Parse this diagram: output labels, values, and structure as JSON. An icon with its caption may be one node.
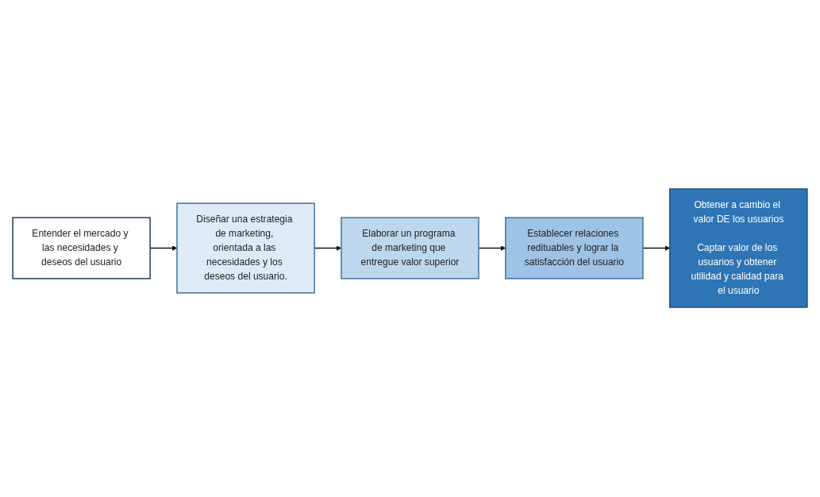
{
  "diagram": {
    "nodes": [
      {
        "text": [
          "Entender el mercado y las necesidades y deseos del usuario"
        ]
      },
      {
        "text": [
          "Diseñar una estrategia de marketing, orientada a las necesidades y los deseos del usuario."
        ]
      },
      {
        "text": [
          "Elaborar un programa de marketing que entregue valor superior"
        ]
      },
      {
        "text": [
          "Establecer relaciones redituables y lograr la satisfacción del usuario"
        ]
      },
      {
        "text": [
          "Obtener a cambio el valor DE los usuarios",
          "Captar valor de los usuarios y obtener utilidad y calidad para el usuario"
        ]
      }
    ],
    "edges": [
      {
        "from": 0,
        "to": 1,
        "arrow": "to"
      },
      {
        "from": 1,
        "to": 2,
        "arrow": "to"
      },
      {
        "from": 2,
        "to": 3,
        "arrow": "to"
      },
      {
        "from": 3,
        "to": 4,
        "arrow": "to"
      }
    ]
  }
}
